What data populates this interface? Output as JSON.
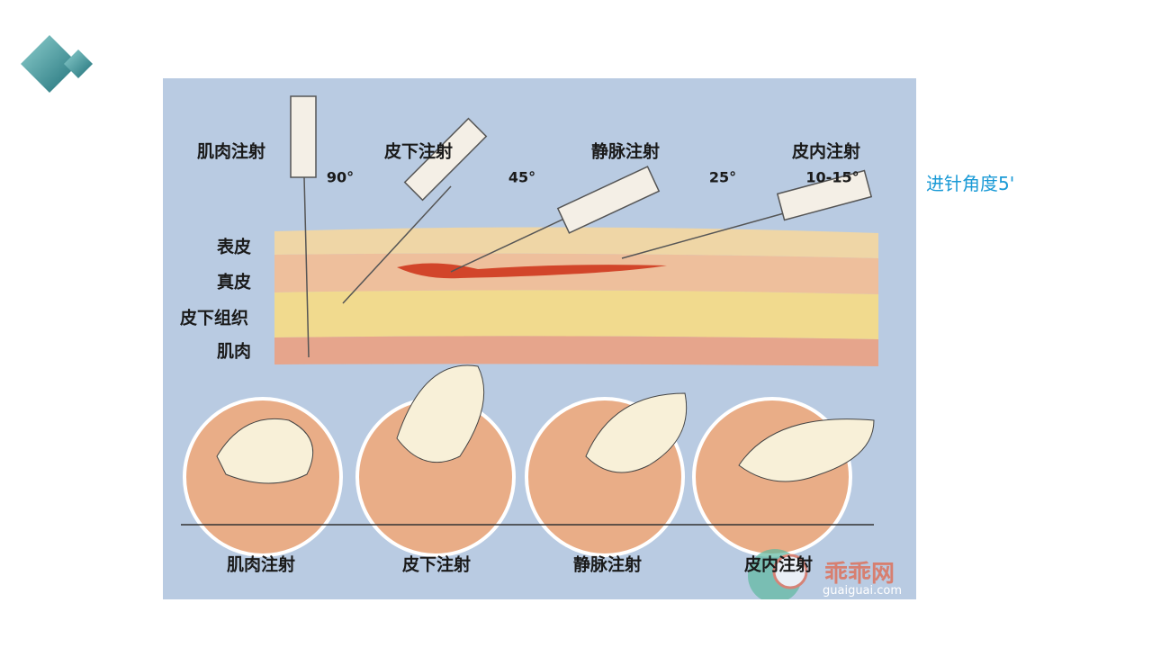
{
  "side_note": "进针角度5'",
  "figure": {
    "top_labels": [
      {
        "name": "肌肉注射",
        "angle": "90°"
      },
      {
        "name": "皮下注射",
        "angle": "45°"
      },
      {
        "name": "静脉注射",
        "angle": "25°"
      },
      {
        "name": "皮内注射",
        "angle": "10-15°"
      }
    ],
    "layers": [
      "表皮",
      "真皮",
      "皮下组织",
      "肌肉"
    ],
    "bottom_labels": [
      "肌肉注射",
      "皮下注射",
      "静脉注射",
      "皮内注射"
    ],
    "watermark": {
      "text": "乖乖网",
      "url": "guaiguai.com"
    },
    "colors": {
      "background": "#b9cbe2",
      "epidermis": "#efd6a6",
      "dermis": "#eebf9c",
      "subcutaneous": "#f1da8e",
      "muscle": "#e6a58c",
      "vein": "#d2452a",
      "accent": "#1a9ad6"
    }
  }
}
